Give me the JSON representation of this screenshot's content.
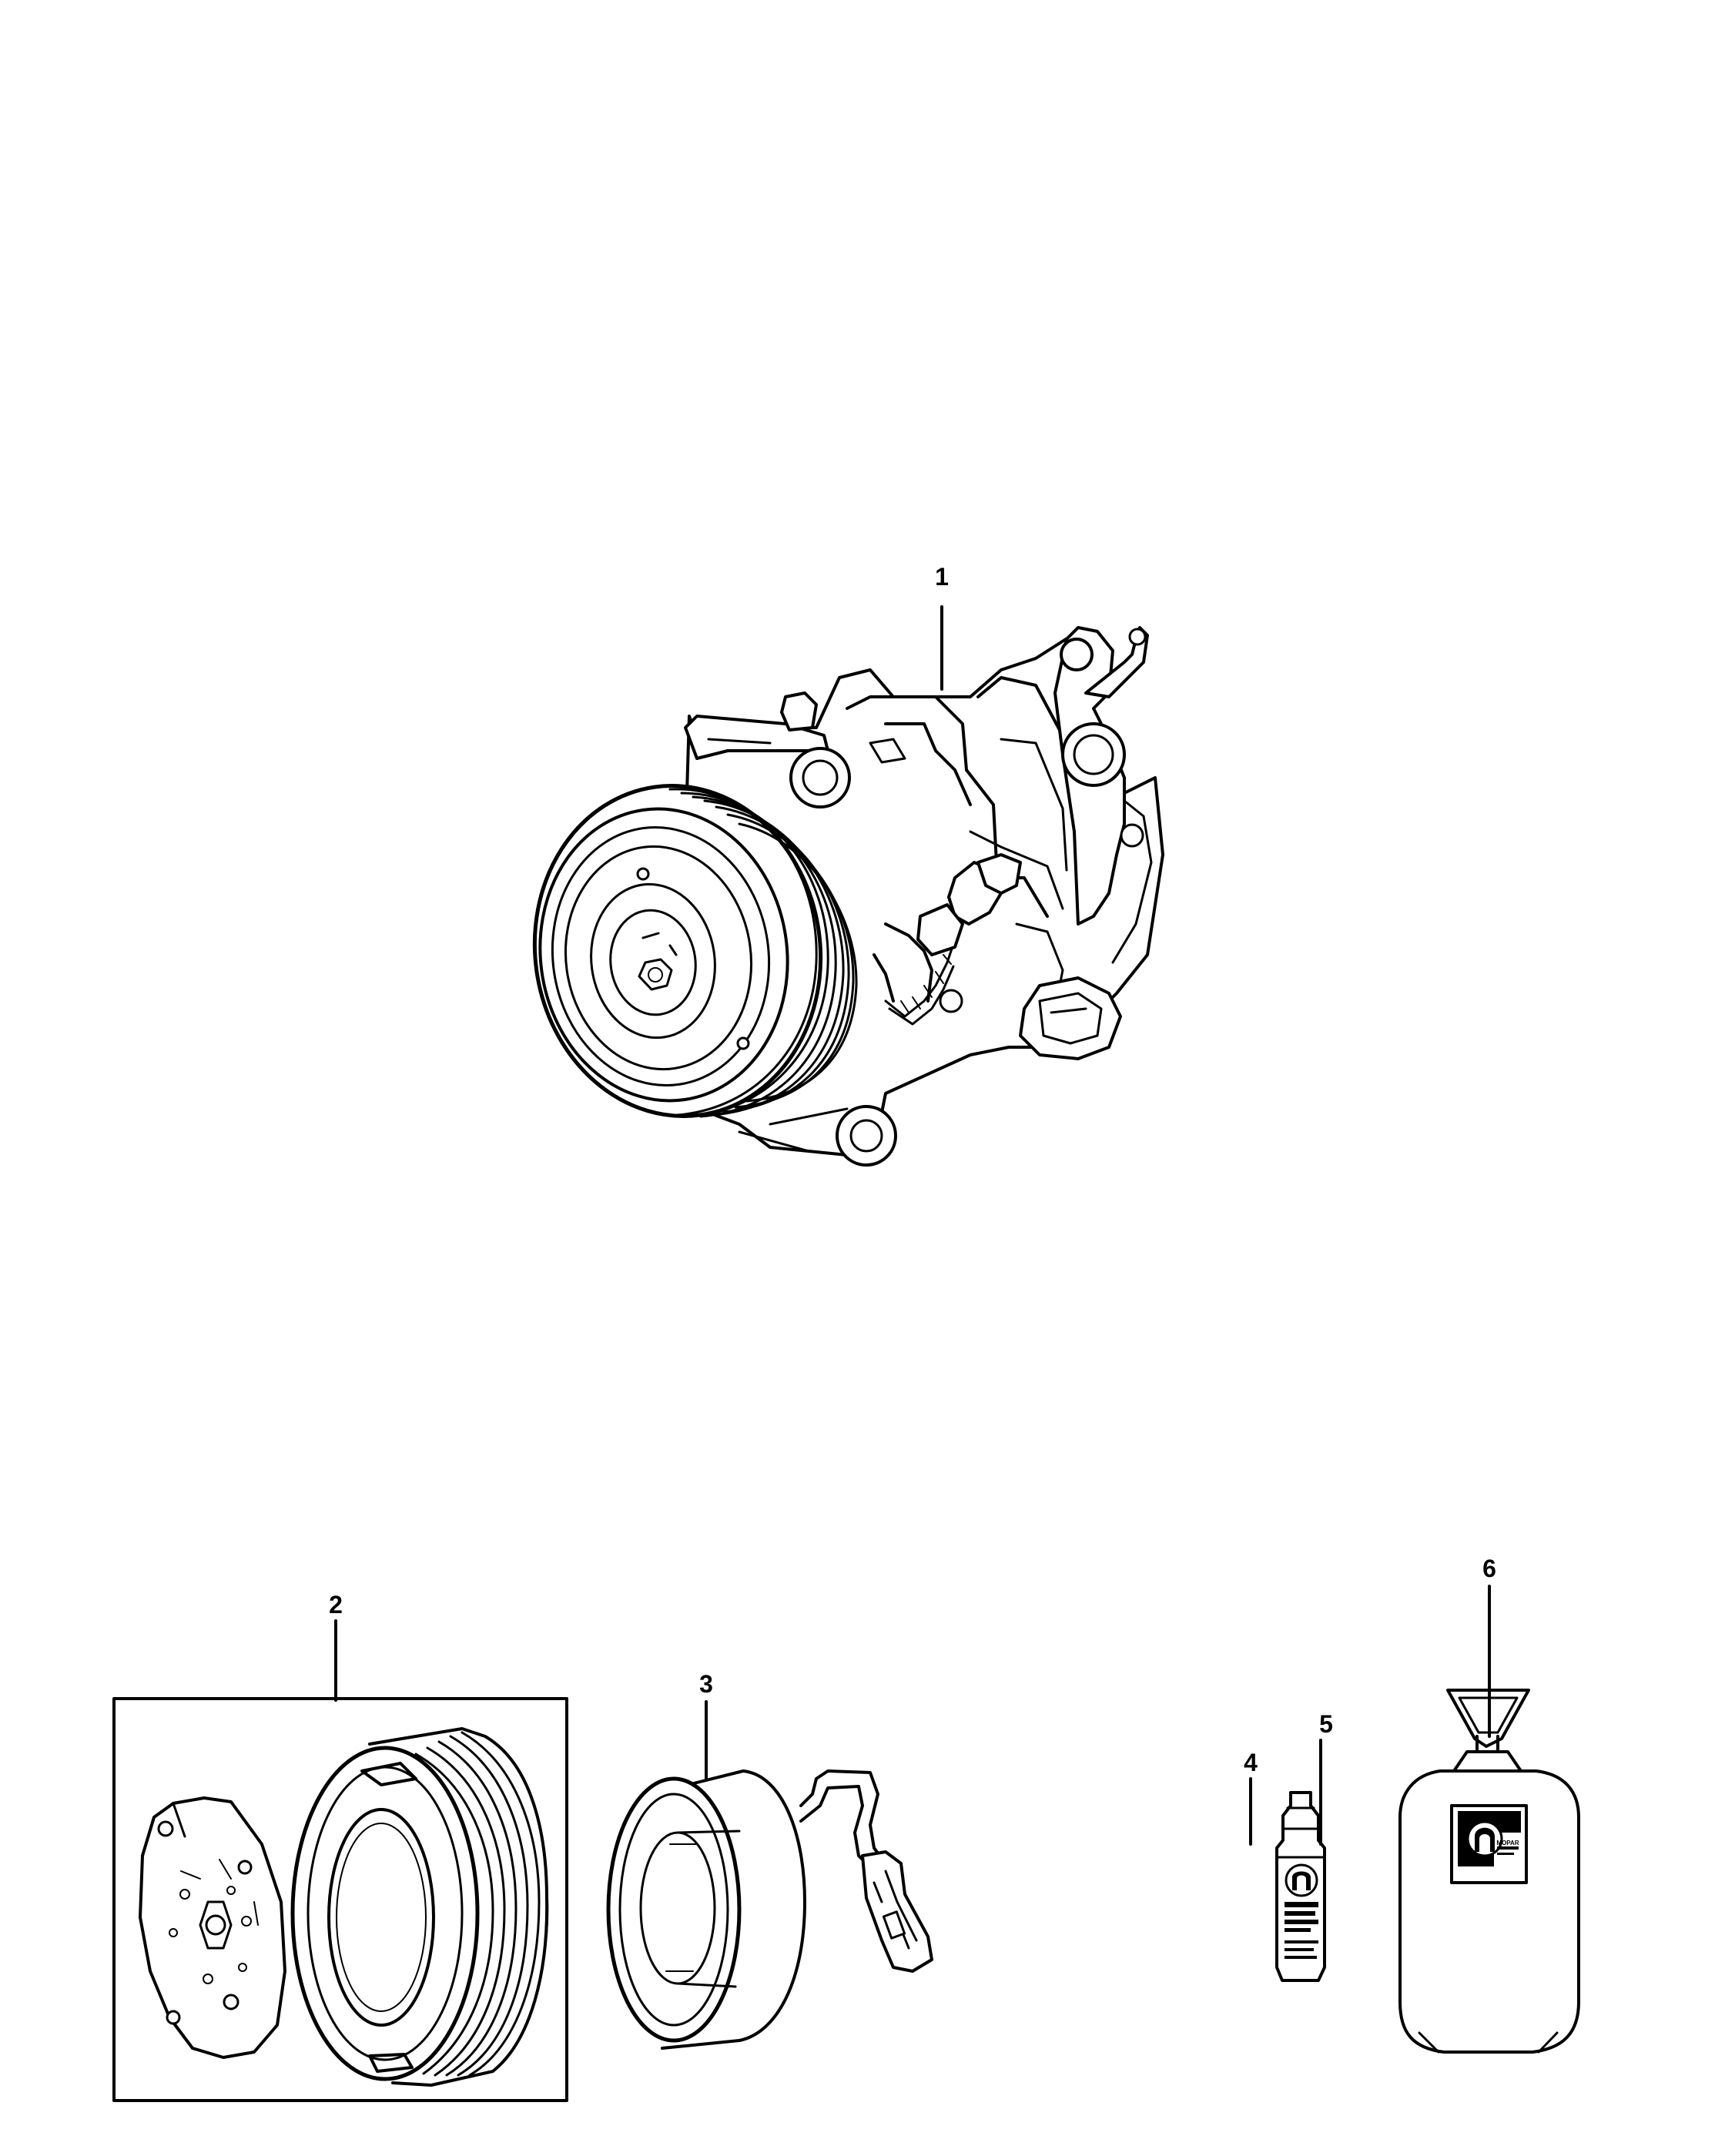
{
  "diagram": {
    "callouts": [
      {
        "id": "1",
        "label": "1"
      },
      {
        "id": "2",
        "label": "2"
      },
      {
        "id": "3",
        "label": "3"
      },
      {
        "id": "4",
        "label": "4"
      },
      {
        "id": "5",
        "label": "5"
      },
      {
        "id": "6",
        "label": "6"
      }
    ],
    "brand_mark": "MOPAR",
    "colors": {
      "line": "#000000",
      "background": "#ffffff"
    }
  }
}
